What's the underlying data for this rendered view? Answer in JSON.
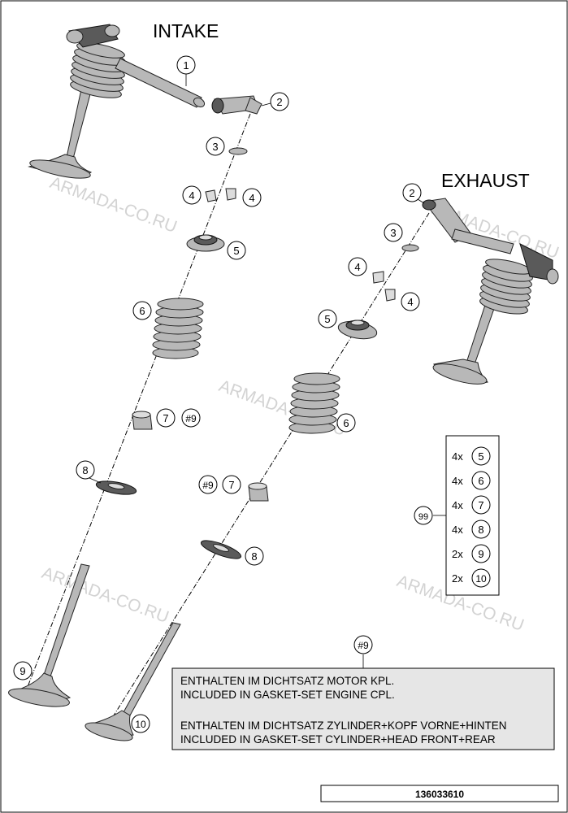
{
  "headings": {
    "intake": "INTAKE",
    "exhaust": "EXHAUST"
  },
  "watermark": "ARMADA-CO.RU",
  "callouts": {
    "c1": "1",
    "c2": "2",
    "c3": "3",
    "c4": "4",
    "c5": "5",
    "c6": "6",
    "c7": "7",
    "c8": "8",
    "c9": "9",
    "c10": "10",
    "c99": "99",
    "h9": "#9"
  },
  "kit": {
    "label": "99",
    "items": [
      {
        "qty": "4x",
        "part": "5"
      },
      {
        "qty": "4x",
        "part": "6"
      },
      {
        "qty": "4x",
        "part": "7"
      },
      {
        "qty": "4x",
        "part": "8"
      },
      {
        "qty": "2x",
        "part": "9"
      },
      {
        "qty": "2x",
        "part": "10"
      }
    ]
  },
  "note": {
    "ref": "#9",
    "lines": [
      "ENTHALTEN IM DICHTSATZ MOTOR KPL.",
      "INCLUDED IN GASKET-SET ENGINE CPL.",
      "ENTHALTEN IM DICHTSATZ ZYLINDER+KOPF VORNE+HINTEN",
      "INCLUDED IN GASKET-SET CYLINDER+HEAD FRONT+REAR"
    ]
  },
  "drawing_number": "136033610",
  "colors": {
    "frame": "#000000",
    "part_fill": "#b8b8b8",
    "note_fill": "#e6e6e6",
    "watermark": "#d3d3d3"
  }
}
